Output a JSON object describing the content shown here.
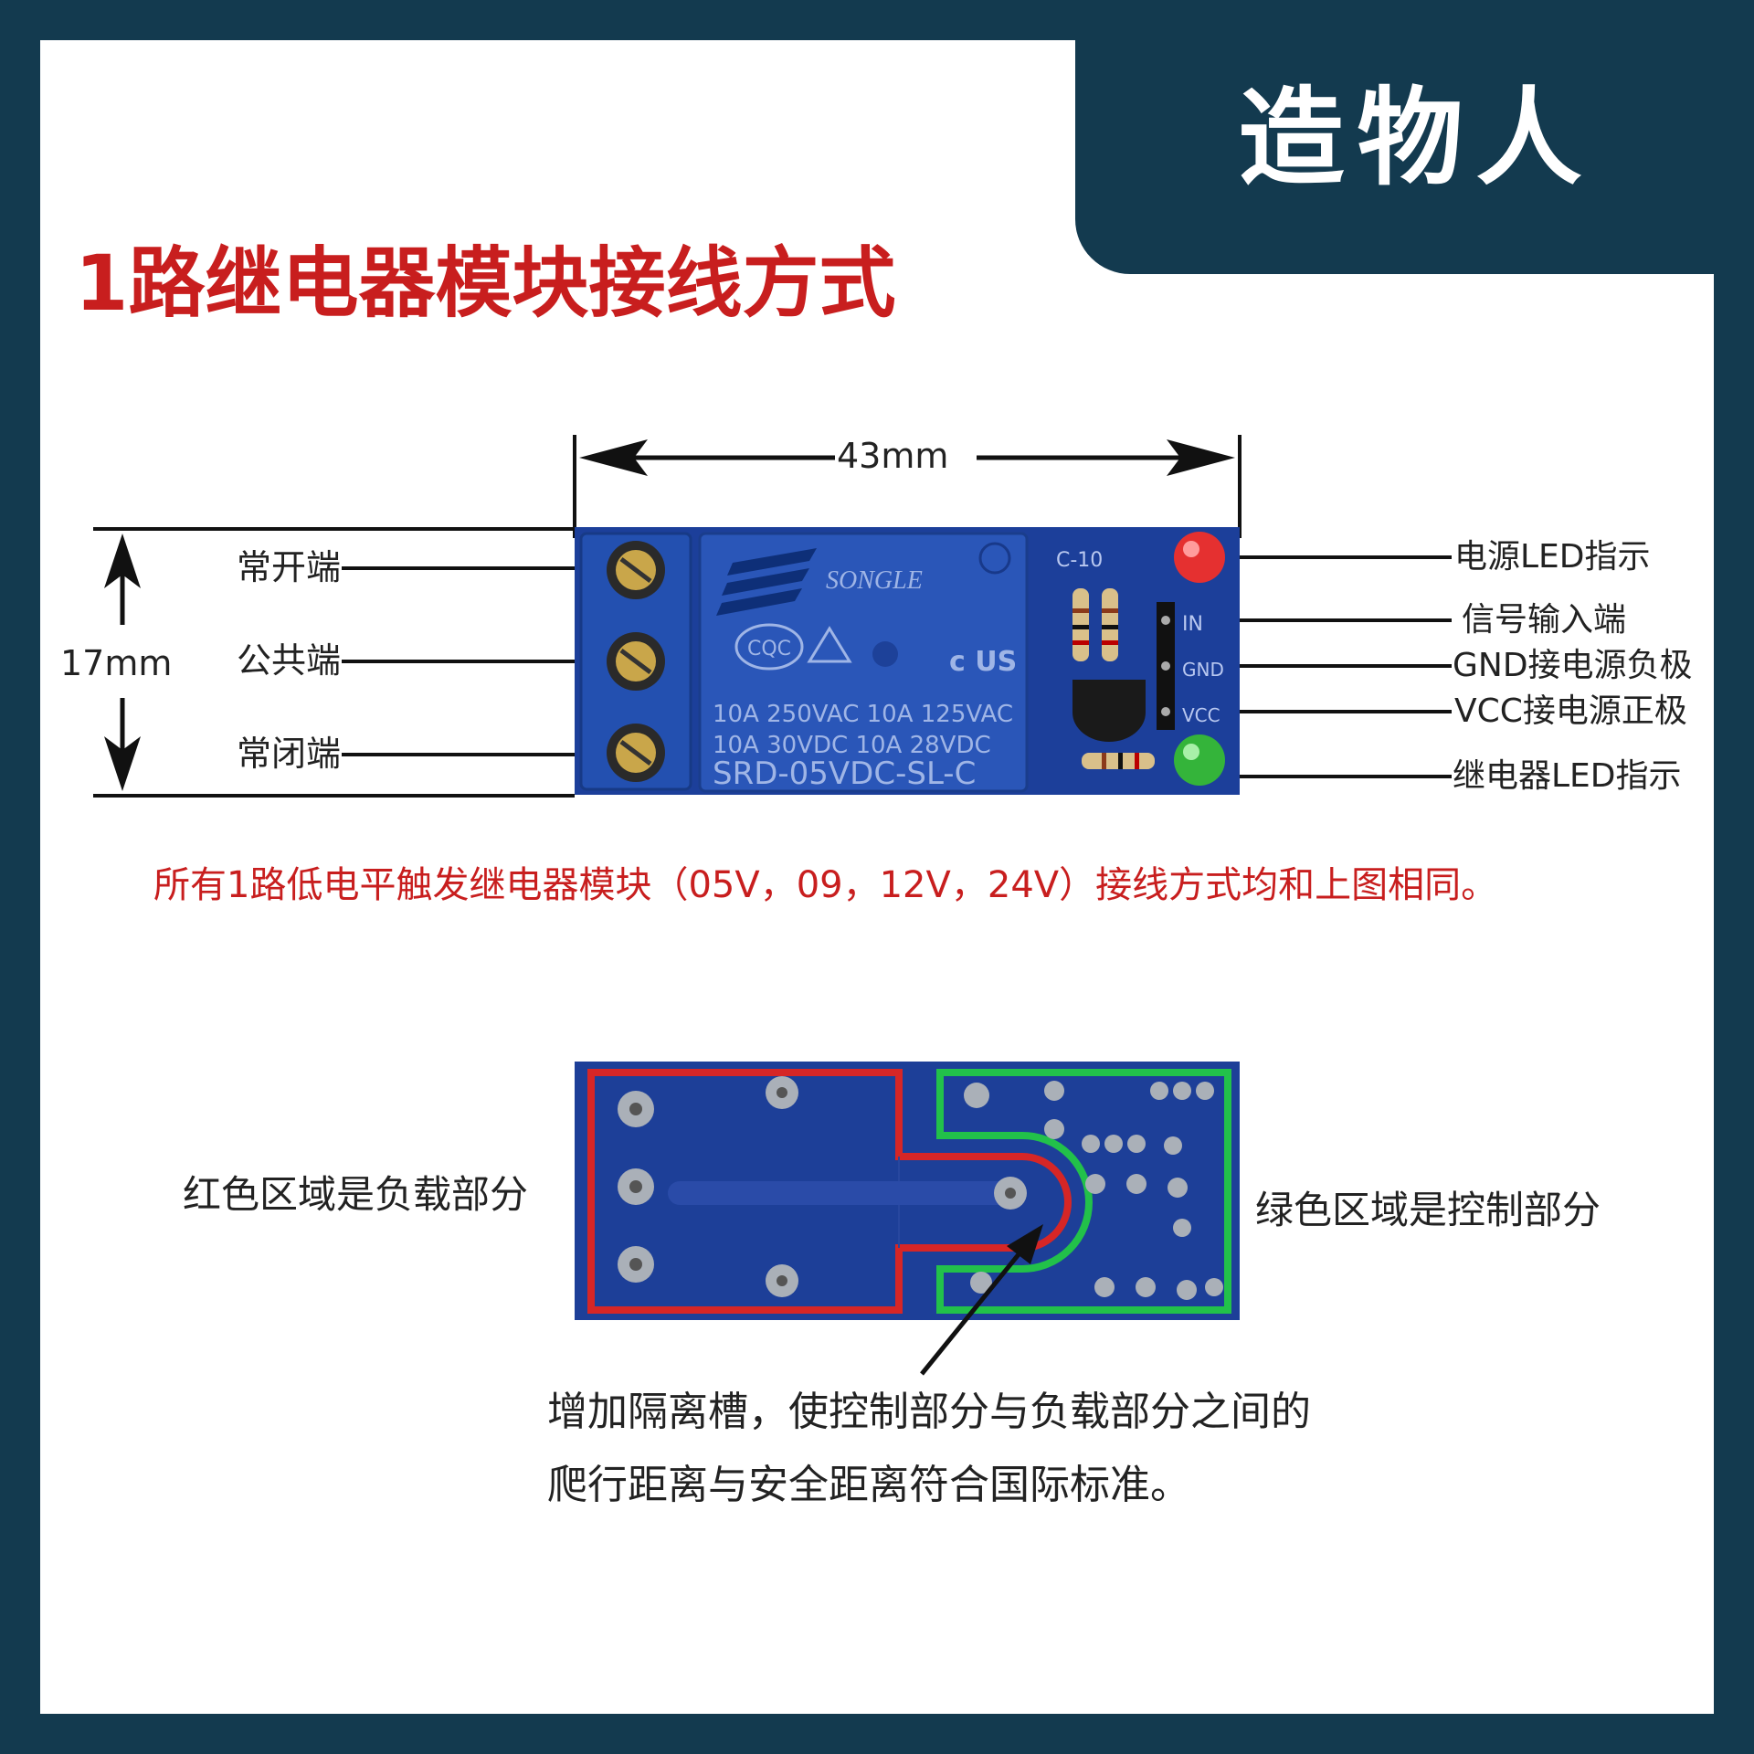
{
  "brand": {
    "name": "造物人"
  },
  "title": "1路继电器模块接线方式",
  "dimensions": {
    "width": "43mm",
    "height": "17mm"
  },
  "left_labels": [
    "常开端",
    "公共端",
    "常闭端"
  ],
  "right_labels": [
    "电源LED指示",
    "信号输入端",
    "GND接电源负极",
    "VCC接电源正极",
    "继电器LED指示"
  ],
  "relay": {
    "brand": "SONGLE",
    "cert": "CQC",
    "rating1": "10A 250VAC  10A 125VAC",
    "rating2": "10A  30VDC  10A  28VDC",
    "model": "SRD-05VDC-SL-C",
    "ul": "c US",
    "pcb_mark": "C-10",
    "pins": [
      "IN",
      "GND",
      "VCC"
    ]
  },
  "subtitle": "所有1路低电平触发继电器模块（05V，09，12V，24V）接线方式均和上图相同。",
  "bottom": {
    "red_label": "红色区域是负载部分",
    "green_label": "绿色区域是控制部分",
    "note_line1": "增加隔离槽，使控制部分与负载部分之间的",
    "note_line2": "爬行距离与安全距离符合国际标准。"
  },
  "colors": {
    "background": "#133a4f",
    "title": "#c81e1e",
    "pcb": "#1c3f9a",
    "relay": "#2a56b8",
    "red_zone": "#d62626",
    "green_zone": "#22c14a"
  }
}
